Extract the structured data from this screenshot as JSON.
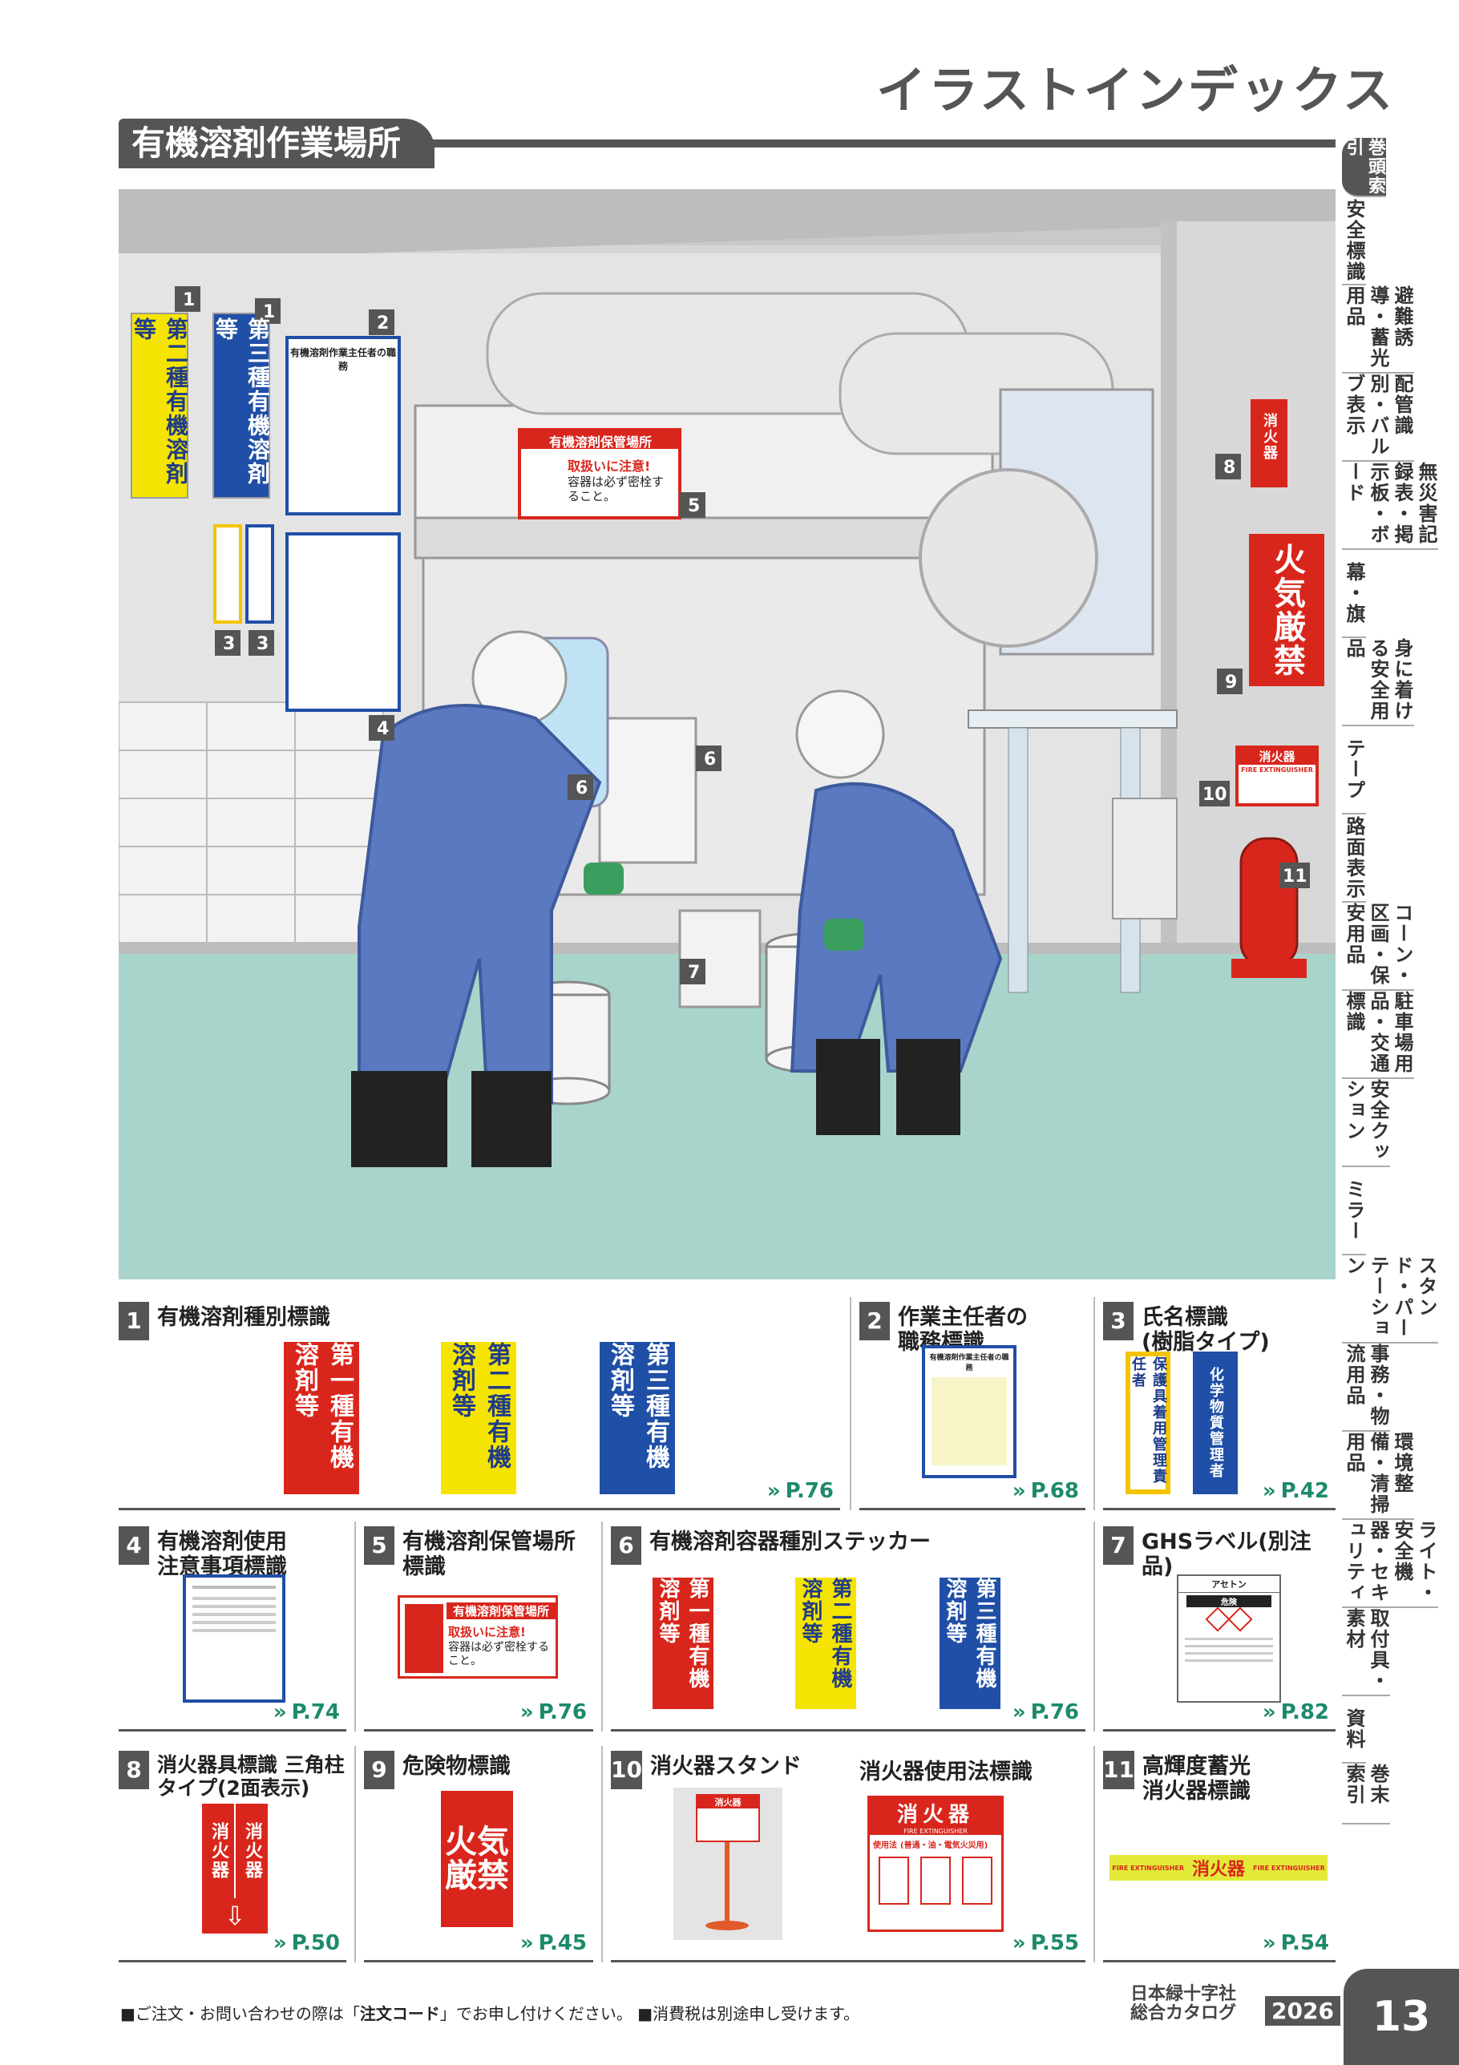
{
  "header": {
    "title": "イラストインデックス"
  },
  "section": {
    "title": "有機溶剤作業場所"
  },
  "illustration": {
    "callouts": [
      "1",
      "1",
      "2",
      "3",
      "3",
      "4",
      "5",
      "6",
      "6",
      "7",
      "8",
      "9",
      "10",
      "11"
    ],
    "signs": {
      "yellow_vertical": "第二種有機溶剤等",
      "blue_vertical": "第三種有機溶剤等",
      "duty_title": "有機溶剤作業主任者の職務",
      "storage_title": "有機溶剤保管場所",
      "storage_caution": "取扱いに注意!",
      "storage_body": "容器は必ず密栓すること。",
      "fire_triangle": "消火器",
      "fire_ban": "火気厳禁",
      "extinguisher_stand": "消火器",
      "extinguisher_en": "FIRE EXTINGUISHER"
    }
  },
  "index_tabs": [
    {
      "label": "巻頭索引",
      "active": true
    },
    {
      "label": "安全標識",
      "active": false
    },
    {
      "label": "避難誘導・蓄光用品",
      "active": false
    },
    {
      "label": "配管識別・バルブ表示",
      "active": false
    },
    {
      "label": "無災害記録表・掲示板・ボード",
      "active": false
    },
    {
      "label": "幕・旗",
      "active": false
    },
    {
      "label": "身に着ける安全用品",
      "active": false
    },
    {
      "label": "テープ",
      "active": false
    },
    {
      "label": "路面表示",
      "active": false
    },
    {
      "label": "コーン・区画・保安用品",
      "active": false
    },
    {
      "label": "駐車場用品・交通標識",
      "active": false
    },
    {
      "label": "安全クッション",
      "active": false
    },
    {
      "label": "ミラー",
      "active": false
    },
    {
      "label": "スタンド・パーテーション",
      "active": false
    },
    {
      "label": "事務・物流用品",
      "active": false
    },
    {
      "label": "環境整備・清掃用品",
      "active": false
    },
    {
      "label": "ライト・安全機器・セキュリティ",
      "active": false
    },
    {
      "label": "取付具・素材",
      "active": false
    },
    {
      "label": "資料",
      "active": false
    },
    {
      "label": "巻末索引",
      "active": false
    }
  ],
  "items": {
    "i1": {
      "num": "1",
      "title": "有機溶剤種別標識",
      "page": "P.76",
      "signs": [
        "第一種有機溶剤等",
        "第二種有機溶剤等",
        "第三種有機溶剤等"
      ]
    },
    "i2": {
      "num": "2",
      "title": "作業主任者の\n職務標識",
      "page": "P.68",
      "sign_title": "有機溶剤作業主任者の職務"
    },
    "i3": {
      "num": "3",
      "title": "氏名標識\n(樹脂タイプ)",
      "page": "P.42",
      "signs": [
        "保護具着用管理責任者",
        "化学物質管理者"
      ]
    },
    "i4": {
      "num": "4",
      "title": "有機溶剤使用\n注意事項標識",
      "page": "P.74"
    },
    "i5": {
      "num": "5",
      "title": "有機溶剤保管場所\n標識",
      "page": "P.76",
      "sign_title": "有機溶剤保管場所",
      "caution": "取扱いに注意!",
      "body": "容器は必ず密栓すること。"
    },
    "i6": {
      "num": "6",
      "title": "有機溶剤容器種別ステッカー",
      "page": "P.76",
      "signs": [
        "第一種有機溶剤等",
        "第二種有機溶剤等",
        "第三種有機溶剤等"
      ]
    },
    "i7": {
      "num": "7",
      "title": "GHSラベル(別注品)",
      "page": "P.82",
      "label_head": "アセトン",
      "label_sub": "危険"
    },
    "i8": {
      "num": "8",
      "title": "消火器具標識 三角柱\nタイプ(2面表示)",
      "page": "P.50",
      "sign": "消火器"
    },
    "i9": {
      "num": "9",
      "title": "危険物標識",
      "page": "P.45",
      "sign": "火気厳禁"
    },
    "i10": {
      "num": "10",
      "title": "消火器スタンド",
      "title2": "消火器使用法標識",
      "page": "P.55",
      "stand": "消火器",
      "usage_head": "消火器",
      "usage_en": "FIRE EXTINGUISHER",
      "usage_sub": "使用法",
      "usage_note": "(普通・油・電気火災用)"
    },
    "i11": {
      "num": "11",
      "title": "高輝度蓄光\n消火器標識",
      "page": "P.54",
      "sign": "消火器",
      "sign_en": "FIRE EXTINGUISHER"
    }
  },
  "footer": {
    "note_a": "■ご注文・お問い合わせの際は「",
    "note_b": "注文コード",
    "note_c": "」でお申し付けください。 ■消費税は別途申し受けます。",
    "brand_a": "日本緑十字社",
    "brand_b": "総合カタログ",
    "year": "2026",
    "page": "13"
  },
  "colors": {
    "dark_gray": "#555555",
    "accent_green": "#1c8a6b",
    "sign_red": "#d9261c",
    "sign_yellow": "#f5e400",
    "sign_blue": "#1f4fa6",
    "suit_blue": "#5a79c0",
    "floor": "#a8d4cb"
  }
}
